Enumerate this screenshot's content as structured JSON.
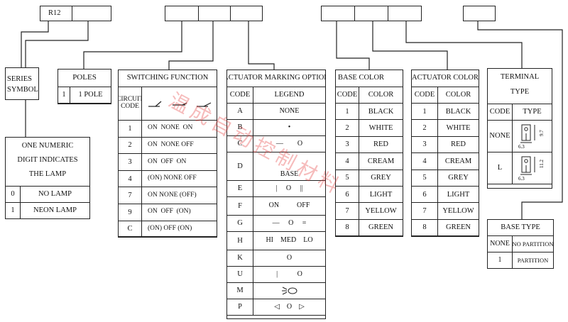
{
  "header": {
    "prefix": "R12"
  },
  "series": {
    "label_line1": "SERIES",
    "label_line2": "SYMBOL"
  },
  "poles": {
    "title": "POLES",
    "rows": [
      {
        "code": "1",
        "text": "1 POLE"
      }
    ]
  },
  "lamp": {
    "title_lines": [
      "ONE NUMERIC",
      "DIGIT INDICATES",
      "THE LAMP"
    ],
    "rows": [
      {
        "code": "0",
        "text": "NO LAMP"
      },
      {
        "code": "1",
        "text": "NEON LAMP"
      }
    ]
  },
  "switching": {
    "title": "SWITCHING FUNCTION",
    "code_header_1": "CIRCUIT",
    "code_header_2": "CODE",
    "rows": [
      {
        "code": "1",
        "text": "ON  NONE  ON"
      },
      {
        "code": "2",
        "text": "ON  NONE OFF"
      },
      {
        "code": "3",
        "text": "ON  OFF  ON"
      },
      {
        "code": "4",
        "text": "(ON) NONE OFF"
      },
      {
        "code": "7",
        "text": "ON NONE (OFF)"
      },
      {
        "code": "9",
        "text": "ON  OFF  (ON)"
      },
      {
        "code": "C",
        "text": "(ON) OFF (ON)"
      }
    ]
  },
  "actuator_marking": {
    "title": "ACTUATOR MARKING OPTION",
    "code_header": "CODE",
    "legend_header": "LEGEND",
    "rows": [
      {
        "code": "A",
        "legend": "NONE"
      },
      {
        "code": "B",
        "legend": "•"
      },
      {
        "code": "C",
        "legend": "—        O"
      },
      {
        "code": "D",
        "legend": "BASE"
      },
      {
        "code": "E",
        "legend": "|     O     ||"
      },
      {
        "code": "F",
        "legend": "ON          OFF"
      },
      {
        "code": "G",
        "legend": "—     O     ="
      },
      {
        "code": "H",
        "legend": "HI    MED    LO"
      },
      {
        "code": "K",
        "legend": "O"
      },
      {
        "code": "U",
        "legend": "|           O"
      },
      {
        "code": "M",
        "legend": ""
      },
      {
        "code": "P",
        "legend": "◁    O    ▷"
      }
    ]
  },
  "base_color": {
    "title": "BASE COLOR",
    "code_header": "CODE",
    "color_header": "COLOR",
    "rows": [
      {
        "code": "1",
        "color": "BLACK"
      },
      {
        "code": "2",
        "color": "WHITE"
      },
      {
        "code": "3",
        "color": "RED"
      },
      {
        "code": "4",
        "color": "CREAM"
      },
      {
        "code": "5",
        "color": "GREY"
      },
      {
        "code": "6",
        "color": "LIGHT"
      },
      {
        "code": "7",
        "color": "YELLOW"
      },
      {
        "code": "8",
        "color": "GREEN"
      }
    ]
  },
  "actuator_color": {
    "title": "ACTUATOR COLOR",
    "code_header": "CODE",
    "color_header": "COLOR",
    "rows": [
      {
        "code": "1",
        "color": "BLACK"
      },
      {
        "code": "2",
        "color": "WHITE"
      },
      {
        "code": "3",
        "color": "RED"
      },
      {
        "code": "4",
        "color": "CREAM"
      },
      {
        "code": "5",
        "color": "GREY"
      },
      {
        "code": "6",
        "color": "LIGHT"
      },
      {
        "code": "7",
        "color": "YELLOW"
      },
      {
        "code": "8",
        "color": "GREEN"
      }
    ]
  },
  "terminal": {
    "title_1": "TERMINAL",
    "title_2": "TYPE",
    "code_header": "CODE",
    "type_header": "TYPE",
    "rows": [
      {
        "code": "NONE",
        "dim_a": "9.7",
        "dim_b": "6.3"
      },
      {
        "code": "L",
        "dim_a": "11.2",
        "dim_b": "6.3"
      }
    ]
  },
  "base_type": {
    "title": "BASE TYPE",
    "rows": [
      {
        "code": "NONE",
        "text": "NO PARTITION"
      },
      {
        "code": "1",
        "text": "PARTITION"
      }
    ]
  },
  "watermark": {
    "text": "温成自动控制材料"
  },
  "colors": {
    "line": "#222222",
    "watermark": "#e63c3c"
  }
}
